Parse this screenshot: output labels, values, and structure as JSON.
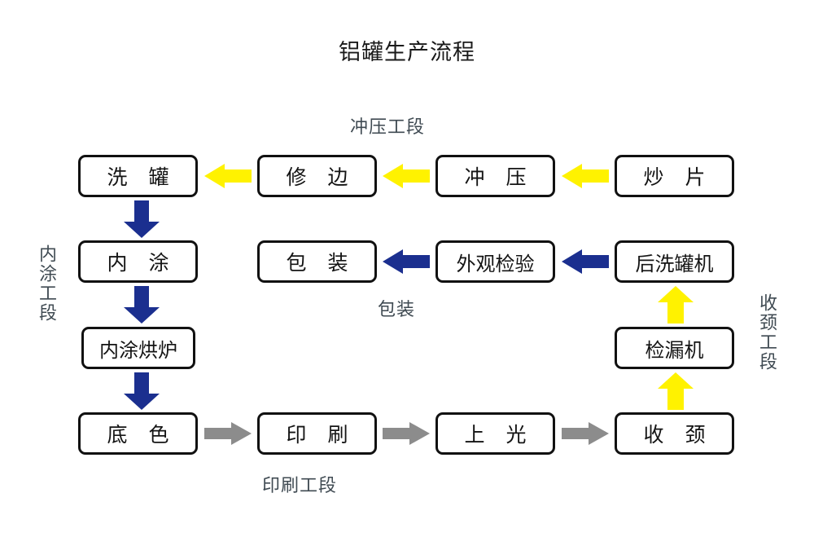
{
  "diagram": {
    "title": "铝罐生产流程",
    "background": "#ffffff",
    "colors": {
      "box_border": "#111111",
      "box_fill": "#ffffff",
      "text": "#141414",
      "section_label": "#3f4a52",
      "arrow_yellow": "#FFF200",
      "arrow_blue": "#1B2F8F",
      "arrow_gray": "#8C8C8C"
    },
    "section_labels": {
      "stamping": "冲压工段",
      "inner_coating": "内涂工段",
      "printing": "印刷工段",
      "packing": "包装",
      "necking": "收颈工段"
    },
    "nodes": {
      "wash_can": "洗 罐",
      "trim": "修 边",
      "stamp": "冲 压",
      "cut_sheet": "炒 片",
      "inner_coat": "内 涂",
      "packaging": "包 装",
      "appearance_inspect": "外观检验",
      "post_washer": "后洗罐机",
      "inner_coat_oven": "内涂烘炉",
      "leak_detector": "检漏机",
      "base_color": "底 色",
      "printing": "印 刷",
      "varnish": "上 光",
      "necking": "收 颈"
    },
    "edges": [
      {
        "from": "修 边",
        "to": "洗 罐",
        "color": "#FFF200",
        "direction": "left"
      },
      {
        "from": "冲 压",
        "to": "修 边",
        "color": "#FFF200",
        "direction": "left"
      },
      {
        "from": "炒 片",
        "to": "冲 压",
        "color": "#FFF200",
        "direction": "left"
      },
      {
        "from": "洗 罐",
        "to": "内 涂",
        "color": "#1B2F8F",
        "direction": "down"
      },
      {
        "from": "内 涂",
        "to": "内涂烘炉",
        "color": "#1B2F8F",
        "direction": "down"
      },
      {
        "from": "内涂烘炉",
        "to": "底 色",
        "color": "#1B2F8F",
        "direction": "down"
      },
      {
        "from": "底 色",
        "to": "印 刷",
        "color": "#8C8C8C",
        "direction": "right"
      },
      {
        "from": "印 刷",
        "to": "上 光",
        "color": "#8C8C8C",
        "direction": "right"
      },
      {
        "from": "上 光",
        "to": "收 颈",
        "color": "#8C8C8C",
        "direction": "right"
      },
      {
        "from": "收 颈",
        "to": "检漏机",
        "color": "#FFF200",
        "direction": "up"
      },
      {
        "from": "检漏机",
        "to": "后洗罐机",
        "color": "#FFF200",
        "direction": "up"
      },
      {
        "from": "后洗罐机",
        "to": "外观检验",
        "color": "#1B2F8F",
        "direction": "left"
      },
      {
        "from": "外观检验",
        "to": "包 装",
        "color": "#1B2F8F",
        "direction": "left"
      }
    ]
  }
}
